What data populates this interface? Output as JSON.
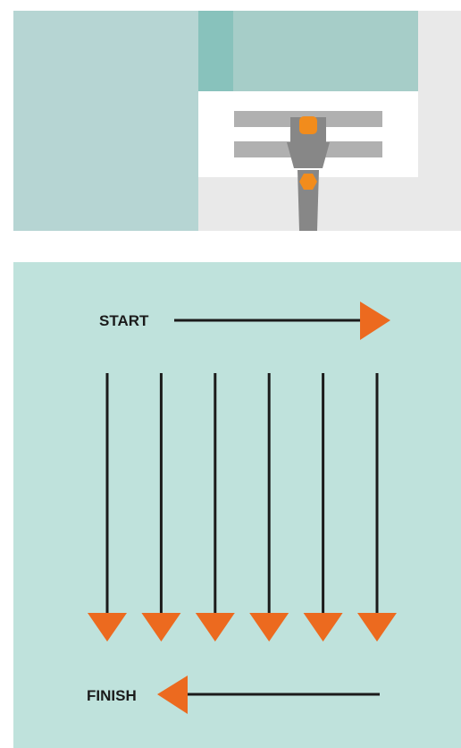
{
  "colors": {
    "teal_light": "#b6d5d3",
    "teal_mid": "#a6cdc8",
    "teal_dark": "#88c2bc",
    "panel_bg": "#bfe2dc",
    "floor_gray": "#e9e9e9",
    "white": "#ffffff",
    "rail_gray": "#b0b0b0",
    "tool_gray": "#878787",
    "accent_orange": "#f28c1c",
    "arrow_orange": "#ec6a1f",
    "line_black": "#1b1b1b"
  },
  "icons": {
    "tool": "mop-tool-icon",
    "arrow_head": "arrow-head-icon"
  },
  "diagram": {
    "start_label": "START",
    "finish_label": "FINISH",
    "stroke_count": 6
  }
}
